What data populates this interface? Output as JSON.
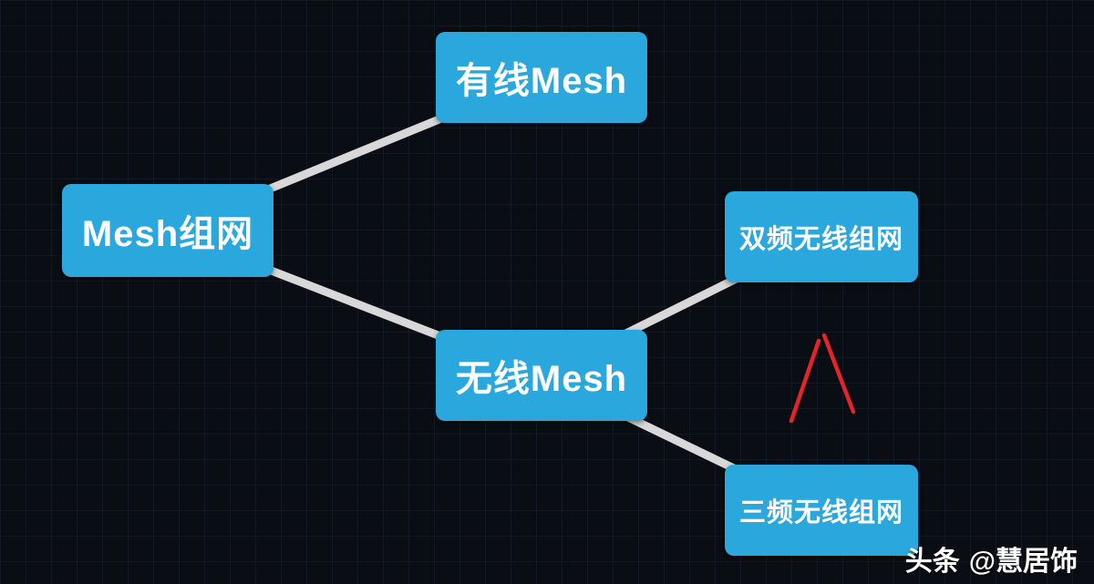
{
  "diagram": {
    "title_implicit": "Mesh networking mind map",
    "nodes": {
      "root": {
        "label": "Mesh组网"
      },
      "wired": {
        "label": "有线Mesh"
      },
      "wireless": {
        "label": "无线Mesh"
      },
      "dualband": {
        "label": "双频无线组网"
      },
      "triband": {
        "label": "三频无线组网"
      }
    },
    "edges": [
      {
        "from": "root",
        "to": "wired"
      },
      {
        "from": "root",
        "to": "wireless"
      },
      {
        "from": "wireless",
        "to": "dualband"
      },
      {
        "from": "wireless",
        "to": "triband"
      }
    ],
    "annotation": {
      "shape": "red-caret",
      "meaning": "hand-drawn emphasis mark between dualband and triband"
    }
  },
  "watermark": {
    "brand": "头条",
    "handle": "@慧居饰"
  },
  "colors": {
    "node_fill": "#2aa7dc",
    "node_text": "#ffffff",
    "connector": "#d8d8d8",
    "annotation_red": "#e0262a",
    "background": "#0a0d13",
    "grid_line": "#28374f"
  }
}
